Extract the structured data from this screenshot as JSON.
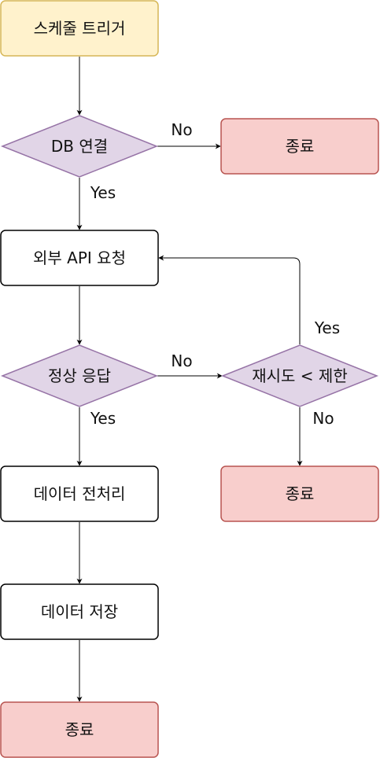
{
  "diagram": {
    "nodes": {
      "schedule_trigger": "스케줄 트리거",
      "db_connect": "DB 연결",
      "end_db": "종료",
      "api_request": "외부 API 요청",
      "normal_response": "정상 응답",
      "retry_limit": "재시도 < 제한",
      "preprocess": "데이터 전처리",
      "end_retry": "종료",
      "save": "데이터 저장",
      "end_final": "종료"
    },
    "edges": {
      "db_no": "No",
      "db_yes": "Yes",
      "resp_no": "No",
      "resp_yes": "Yes",
      "retry_yes": "Yes",
      "retry_no": "No"
    }
  },
  "colors": {
    "start_fill": "#fff2cc",
    "start_stroke": "#d6b656",
    "decision_fill": "#e1d5e7",
    "decision_stroke": "#9673a6",
    "end_fill": "#f8cecc",
    "end_stroke": "#b85450",
    "process_fill": "#ffffff",
    "process_stroke": "#000000"
  }
}
